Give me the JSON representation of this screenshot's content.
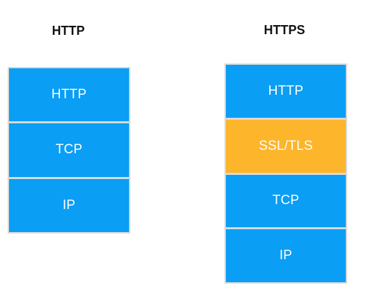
{
  "diagram": {
    "left": {
      "title": "HTTP",
      "layers": [
        "HTTP",
        "TCP",
        "IP"
      ]
    },
    "right": {
      "title": "HTTPS",
      "layers": [
        "HTTP",
        "SSL/TLS",
        "TCP",
        "IP"
      ]
    },
    "colors": {
      "layer": "#0a9ef5",
      "highlight_layer": "#fdb52c",
      "separator": "#d9d9d9",
      "text": "#ffffff",
      "title_text": "#111111"
    }
  }
}
